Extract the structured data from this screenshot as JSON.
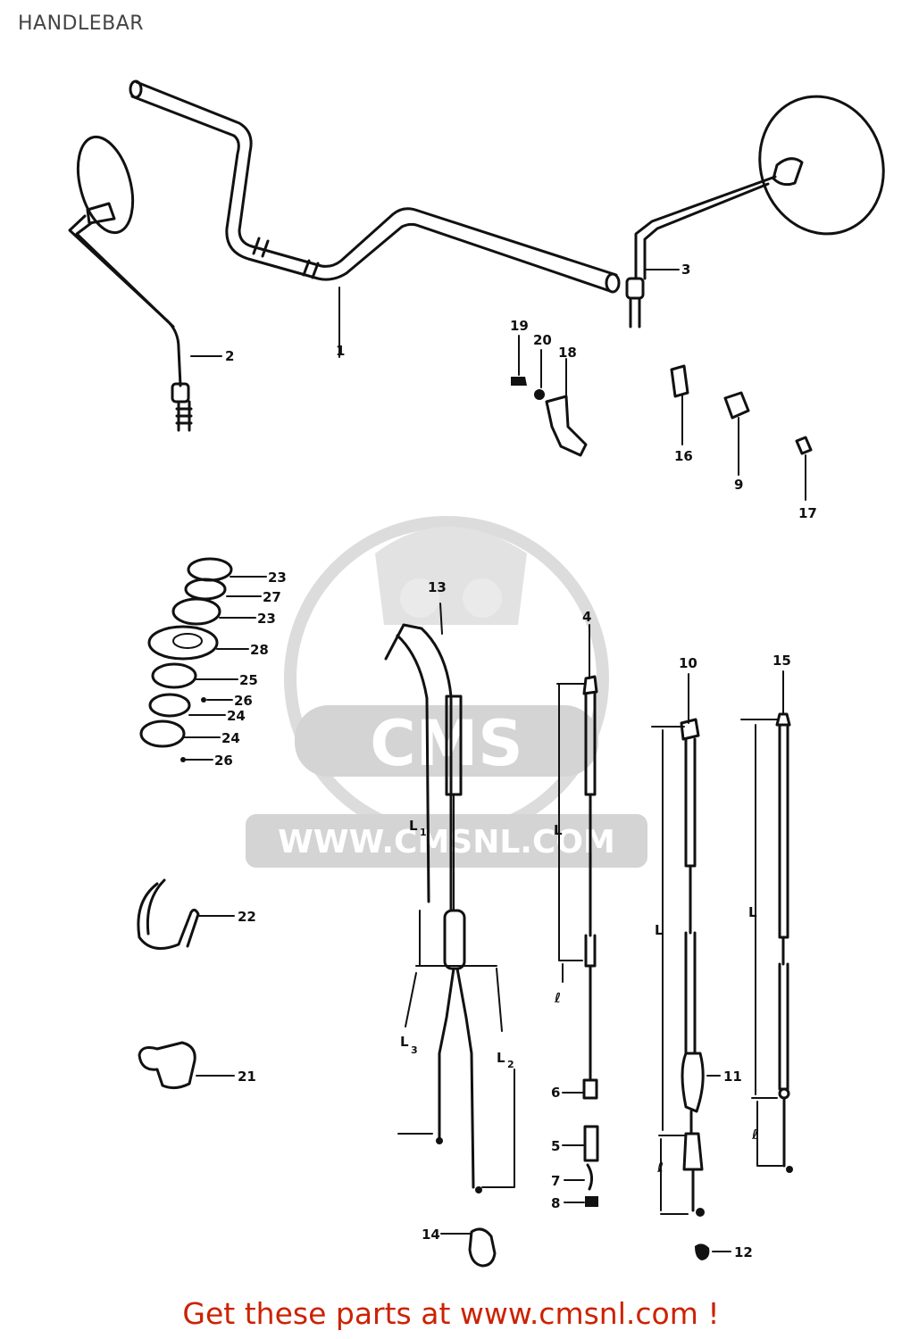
{
  "title": "HANDLEBAR",
  "footer": "Get these parts at www.cmsnl.com !",
  "watermark": {
    "brand": "CMS",
    "url": "WWW.CMSNL.COM"
  },
  "dimension_labels": {
    "L1": "L",
    "L1_sub": "1",
    "L2": "L",
    "L2_sub": "2",
    "L3": "L",
    "L3_sub": "3",
    "L_a": "L",
    "L_b": "L",
    "L_c": "L",
    "l_a": "ℓ",
    "l_b": "ℓ",
    "l_c": "ℓ"
  },
  "callouts": [
    "1",
    "2",
    "3",
    "4",
    "5",
    "6",
    "7",
    "8",
    "9",
    "10",
    "11",
    "12",
    "13",
    "14",
    "15",
    "16",
    "17",
    "18",
    "19",
    "20",
    "21",
    "22",
    "23",
    "27",
    "23",
    "28",
    "25",
    "26",
    "24",
    "24",
    "26"
  ]
}
